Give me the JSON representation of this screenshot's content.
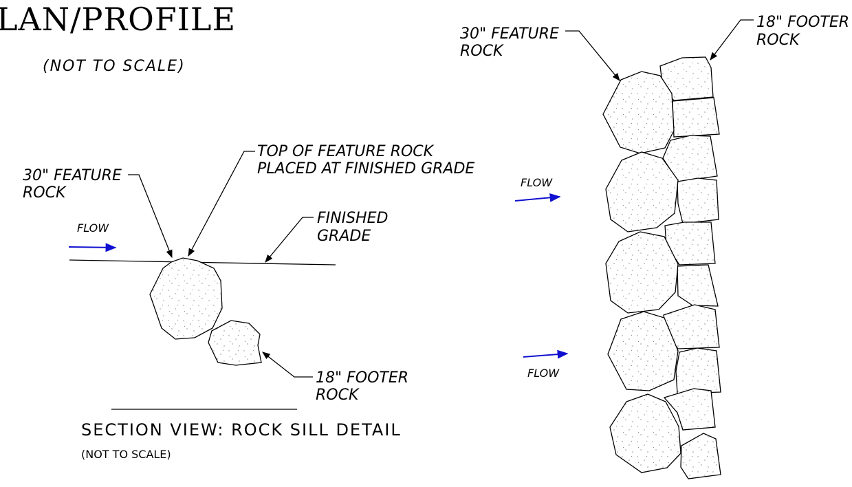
{
  "plan": {
    "title": "LAN/PROFILE",
    "subtitle": "(NOT TO SCALE)"
  },
  "section": {
    "feature_rock_label": [
      "30\" FEATURE",
      "ROCK"
    ],
    "top_label": [
      "TOP OF FEATURE ROCK",
      "PLACED AT FINISHED GRADE"
    ],
    "grade_label": [
      "FINISHED",
      "GRADE"
    ],
    "flow_label": "FLOW",
    "footer_rock_label": [
      "18\" FOOTER",
      "ROCK"
    ],
    "title": "SECTION VIEW: ROCK SILL DETAIL",
    "subtitle": "(NOT TO SCALE)"
  },
  "plan_view": {
    "feature_rock_label": [
      "30\" FEATURE",
      "ROCK"
    ],
    "footer_rock_label": [
      "18\" FOOTER",
      "ROCK"
    ],
    "flow_label_top": "FLOW",
    "flow_label_bottom": "FLOW"
  },
  "colors": {
    "flow_arrow": "#1010d0",
    "line": "#000000"
  }
}
